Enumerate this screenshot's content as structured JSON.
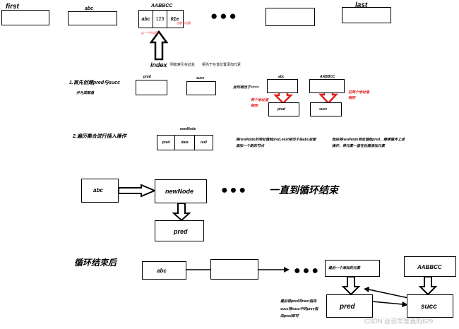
{
  "top_row": {
    "first_label": "first",
    "abc_label": "abc",
    "last_label": "last",
    "aabbcc_label": "AABBCC",
    "cell_abc": "abc",
    "cell_123": "123",
    "cell_01e": "01e",
    "note_left": "以一个节点值",
    "note_right": "当前节点值",
    "ellipsis": "●●●"
  },
  "index_row": {
    "index_label": "index",
    "index_note": "例如索引在此处",
    "index_note2": "相当于在该位置添加元素"
  },
  "step1": {
    "title": "1.首先创建pred与succ",
    "subtitle": "并为其赋值",
    "pred_label": "pred",
    "succ_label": "succ",
    "equivalent_note": "此时相当于<==>",
    "abc_label": "abc",
    "aabbcc_label": "AABBCC",
    "pred_box": "pred",
    "succ_box": "succ",
    "left_note": "两个地址值相同",
    "right_note": "这两个地址值相同"
  },
  "step2": {
    "title": "2.遍历集合进行插入操作",
    "newnode_label": "newNode",
    "cell_pred": "pred",
    "cell_data": "data",
    "cell_null": "null",
    "note_mid": "将newNode的地址值给pred.next相当于在abc后面添加一个新的节点",
    "note_right": "而后将newNode地址值给pred，继续循环上述操作，将元素一直在后面添加元素"
  },
  "loop_diagram": {
    "abc_box": "abc",
    "newnode_box": "newNode",
    "pred_box": "pred",
    "ellipsis": "●●●",
    "until_end": "一直到循环结束"
  },
  "after_loop": {
    "title": "循环结束后",
    "abc_box": "abc",
    "ellipsis": "●●●",
    "last_added_note": "最后一个添加的元素",
    "pred_box": "pred",
    "succ_box": "succ",
    "aabbcc_box": "AABBCC",
    "bottom_note": "最后将pred的next指向succ将succ中的prev指向pred即可"
  },
  "watermark": "CSDN @迟早是我的629"
}
